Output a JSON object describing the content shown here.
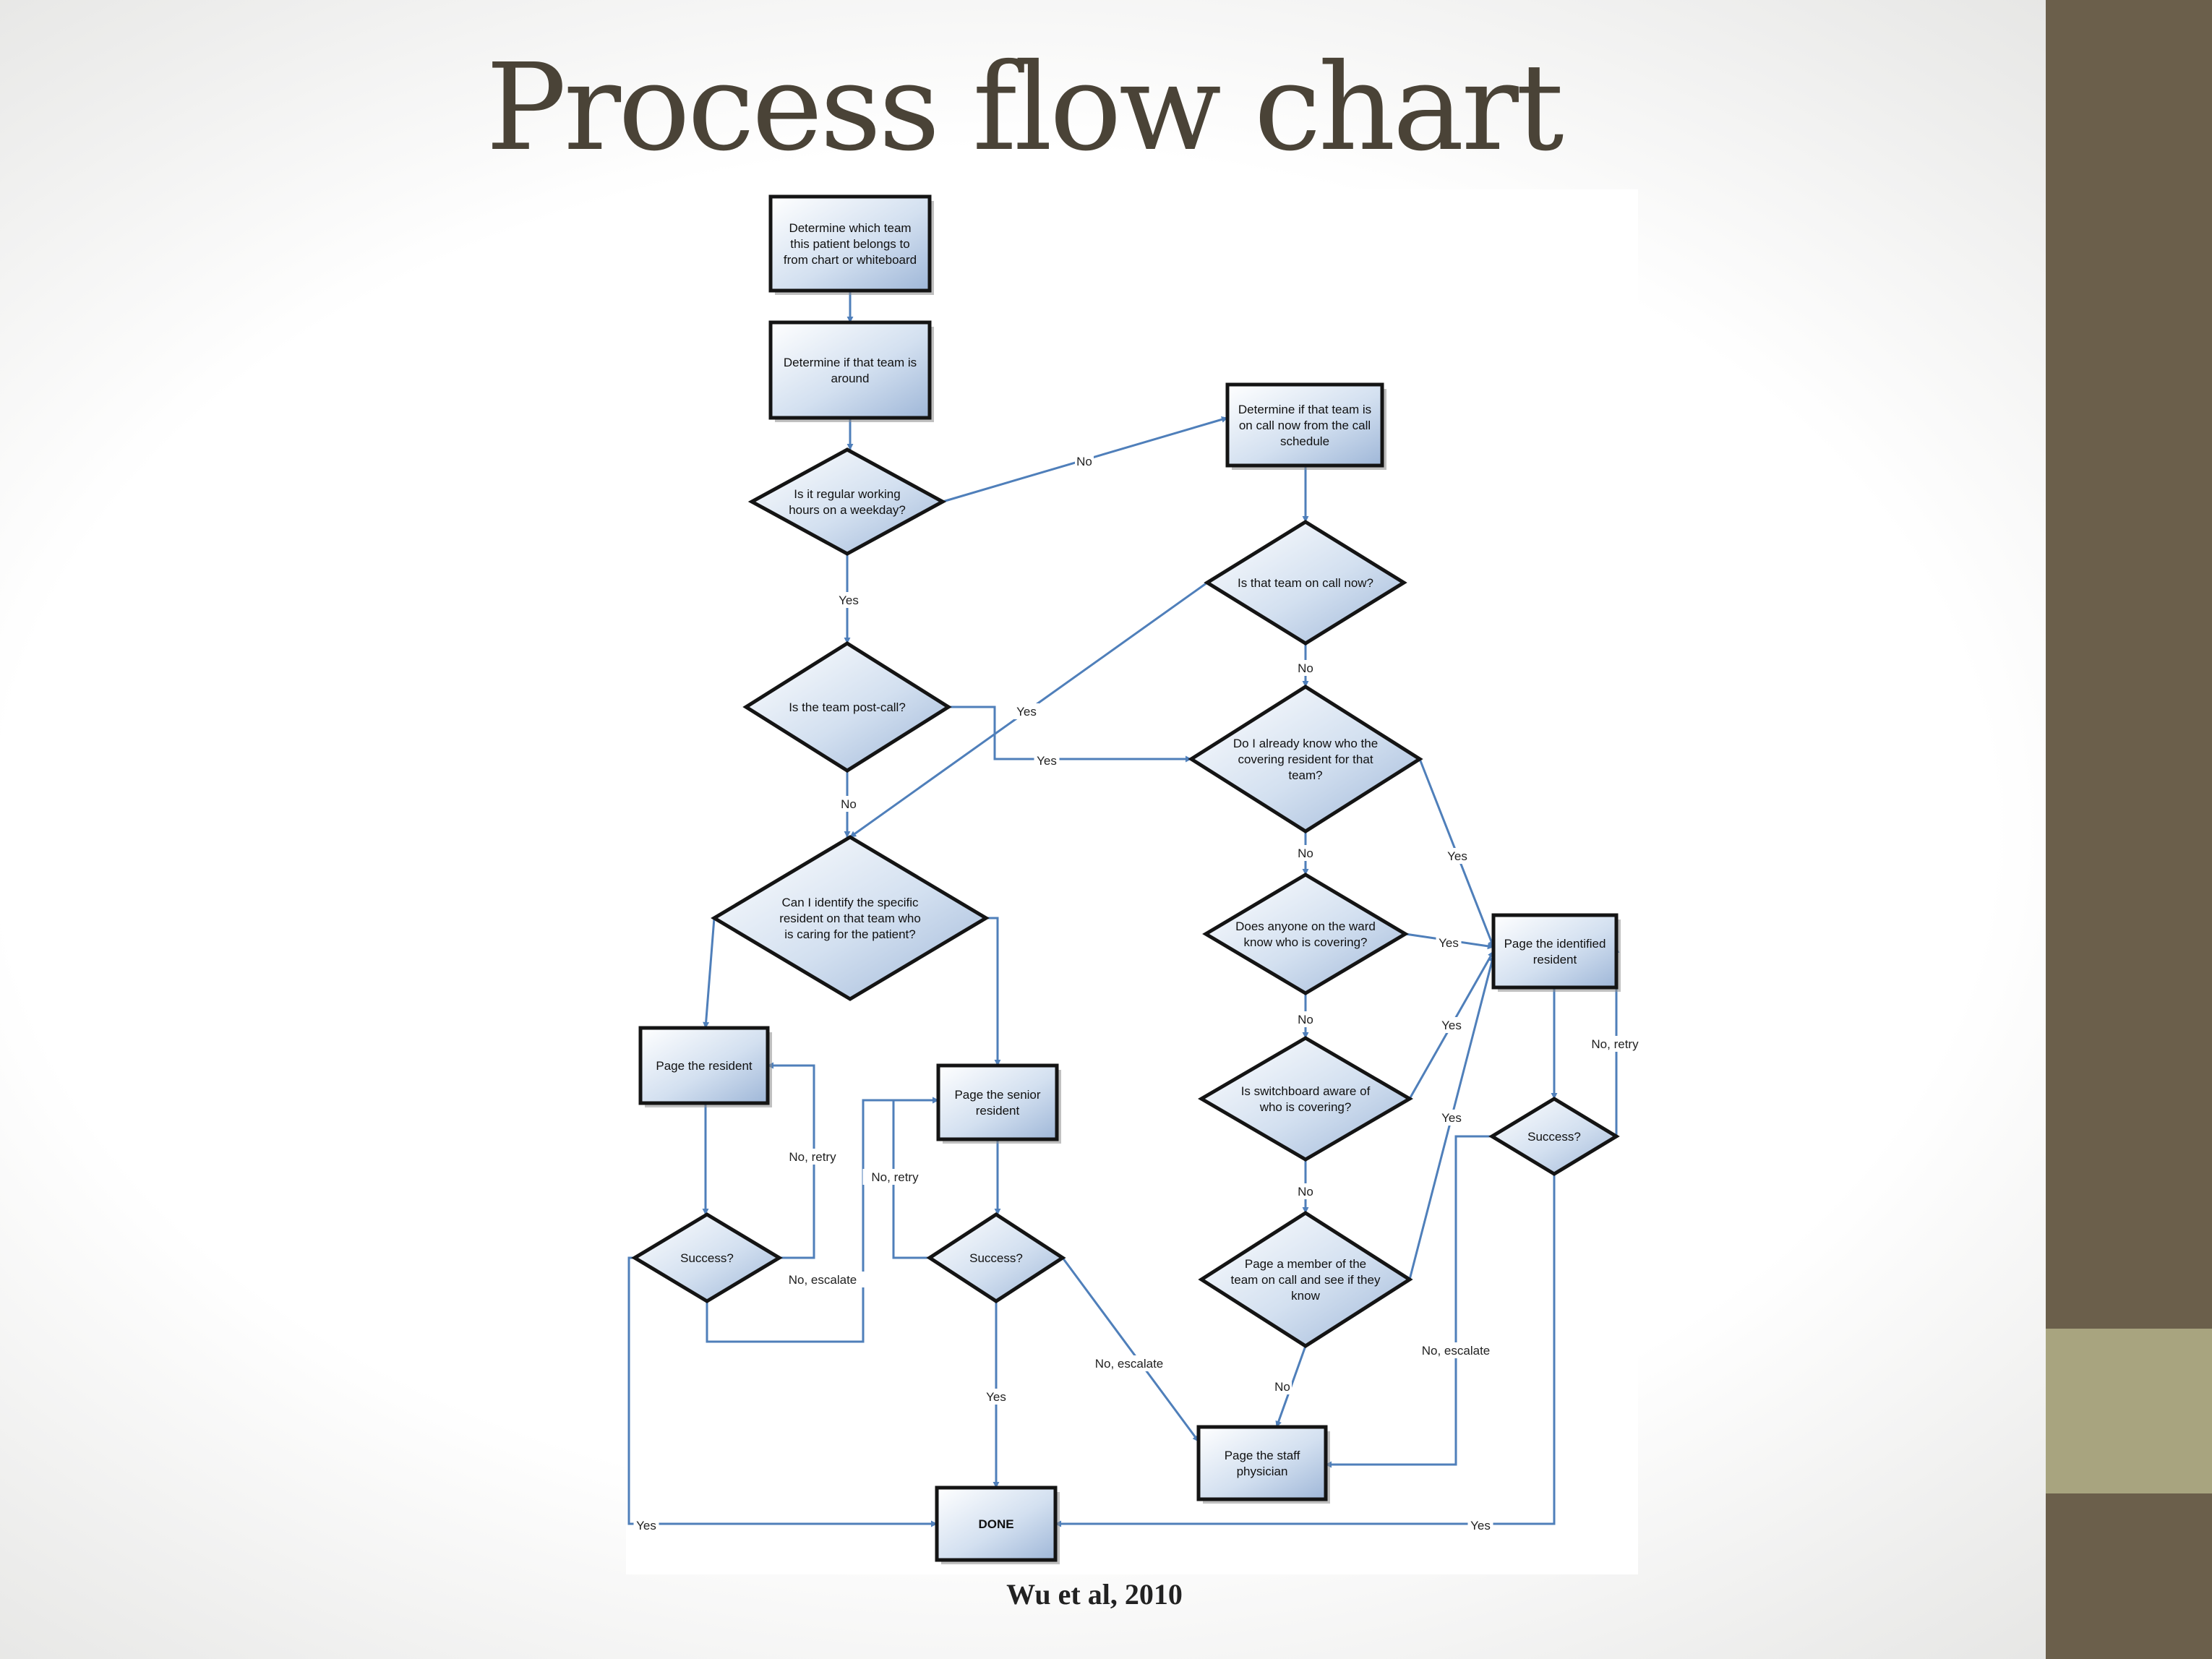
{
  "slide": {
    "title": "Process flow chart",
    "citation": "Wu et al, 2010",
    "colors": {
      "sidebar": "#6b5f4b",
      "accent": "#a8a47f",
      "title": "#4a4337",
      "arrow": "#4f7fba",
      "node_fill": "#c9d8ec"
    }
  },
  "flowchart": {
    "nodes": [
      {
        "id": "n1",
        "shape": "process",
        "lines": [
          "Determine which team",
          "this patient belongs to",
          "from chart or whiteboard"
        ]
      },
      {
        "id": "n2",
        "shape": "process",
        "lines": [
          "Determine if that team is",
          "around"
        ]
      },
      {
        "id": "n3",
        "shape": "decision",
        "lines": [
          "Is it regular working",
          "hours on a weekday?"
        ]
      },
      {
        "id": "n4",
        "shape": "decision",
        "lines": [
          "Is the team post-call?"
        ]
      },
      {
        "id": "n5",
        "shape": "decision",
        "lines": [
          "Can I identify the specific",
          "resident on that team who",
          "is caring for the patient?"
        ]
      },
      {
        "id": "n6",
        "shape": "process",
        "lines": [
          "Page the resident"
        ]
      },
      {
        "id": "n7",
        "shape": "decision",
        "lines": [
          "Success?"
        ]
      },
      {
        "id": "n8",
        "shape": "process",
        "lines": [
          "Page the senior",
          "resident"
        ]
      },
      {
        "id": "n9",
        "shape": "decision",
        "lines": [
          "Success?"
        ]
      },
      {
        "id": "n10",
        "shape": "process",
        "lines": [
          "DONE"
        ]
      },
      {
        "id": "n11",
        "shape": "process",
        "lines": [
          "Determine if that team is",
          "on call now from the call",
          "schedule"
        ]
      },
      {
        "id": "n12",
        "shape": "decision",
        "lines": [
          "Is that team on call now?"
        ]
      },
      {
        "id": "n13",
        "shape": "decision",
        "lines": [
          "Do I already know who the",
          "covering resident for that",
          "team?"
        ]
      },
      {
        "id": "n14",
        "shape": "decision",
        "lines": [
          "Does anyone on the ward",
          "know who is covering?"
        ]
      },
      {
        "id": "n15",
        "shape": "decision",
        "lines": [
          "Is switchboard aware of",
          "who is covering?"
        ]
      },
      {
        "id": "n16",
        "shape": "decision",
        "lines": [
          "Page a member of the",
          "team on call and see if they",
          "know"
        ]
      },
      {
        "id": "n17",
        "shape": "process",
        "lines": [
          "Page the staff",
          "physician"
        ]
      },
      {
        "id": "n18",
        "shape": "process",
        "lines": [
          "Page the identified",
          "resident"
        ]
      },
      {
        "id": "n19",
        "shape": "decision",
        "lines": [
          "Success?"
        ]
      }
    ],
    "edges": [
      {
        "from": "n1",
        "to": "n2",
        "label": ""
      },
      {
        "from": "n2",
        "to": "n3",
        "label": ""
      },
      {
        "from": "n3",
        "to": "n11",
        "label": "No"
      },
      {
        "from": "n3",
        "to": "n4",
        "label": "Yes"
      },
      {
        "from": "n4",
        "to": "n5",
        "label": "No"
      },
      {
        "from": "n4",
        "to": "n13",
        "label": "Yes"
      },
      {
        "from": "n12",
        "to": "n5",
        "label": "Yes"
      },
      {
        "from": "n11",
        "to": "n12",
        "label": ""
      },
      {
        "from": "n12",
        "to": "n13",
        "label": "No"
      },
      {
        "from": "n5",
        "to": "n6",
        "label": ""
      },
      {
        "from": "n5",
        "to": "n8",
        "label": ""
      },
      {
        "from": "n6",
        "to": "n7",
        "label": ""
      },
      {
        "from": "n7",
        "to": "n6",
        "label": "No, retry"
      },
      {
        "from": "n7",
        "to": "n8",
        "label": "No, escalate"
      },
      {
        "from": "n7",
        "to": "n10",
        "label": "Yes"
      },
      {
        "from": "n8",
        "to": "n9",
        "label": ""
      },
      {
        "from": "n9",
        "to": "n8",
        "label": "No, retry"
      },
      {
        "from": "n9",
        "to": "n10",
        "label": "Yes"
      },
      {
        "from": "n9",
        "to": "n17",
        "label": "No, escalate"
      },
      {
        "from": "n13",
        "to": "n14",
        "label": "No"
      },
      {
        "from": "n13",
        "to": "n18",
        "label": "Yes"
      },
      {
        "from": "n14",
        "to": "n15",
        "label": "No"
      },
      {
        "from": "n14",
        "to": "n18",
        "label": "Yes"
      },
      {
        "from": "n15",
        "to": "n16",
        "label": "No"
      },
      {
        "from": "n15",
        "to": "n18",
        "label": "Yes"
      },
      {
        "from": "n16",
        "to": "n17",
        "label": "No"
      },
      {
        "from": "n16",
        "to": "n18",
        "label": "Yes"
      },
      {
        "from": "n18",
        "to": "n19",
        "label": ""
      },
      {
        "from": "n19",
        "to": "n18",
        "label": "No, retry"
      },
      {
        "from": "n19",
        "to": "n17",
        "label": "No, escalate"
      },
      {
        "from": "n19",
        "to": "n10",
        "label": "Yes"
      }
    ]
  }
}
